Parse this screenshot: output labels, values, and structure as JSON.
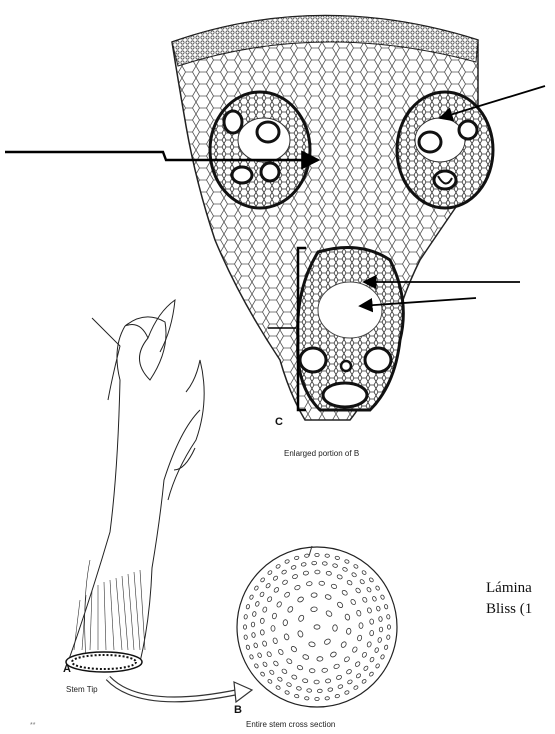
{
  "figure": {
    "panel_c": {
      "letter": "C",
      "caption": "Enlarged portion of B"
    },
    "panel_a": {
      "letter": "A",
      "caption": "Stem Tip"
    },
    "panel_b": {
      "letter": "B",
      "caption": "Entire stem cross section"
    },
    "side_note": {
      "line1": "Lámina",
      "line2": "Bliss (1"
    },
    "page_mark": "**"
  }
}
